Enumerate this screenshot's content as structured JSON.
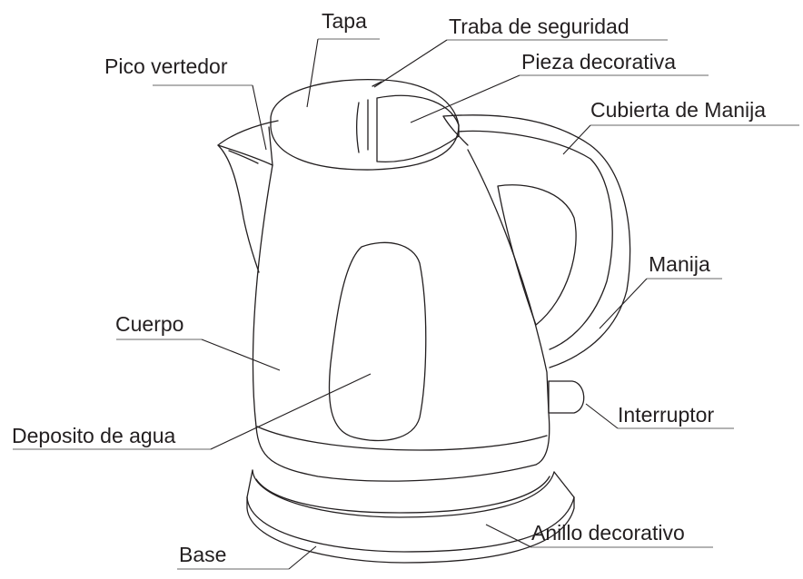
{
  "labels": {
    "tapa": "Tapa",
    "traba": "Traba de seguridad",
    "pico": "Pico vertedor",
    "pieza": "Pieza decorativa",
    "cubierta": "Cubierta de Manija",
    "manija": "Manija",
    "cuerpo": "Cuerpo",
    "deposito": "Deposito de agua",
    "interruptor": "Interruptor",
    "anillo": "Anillo decorativo",
    "base": "Base"
  },
  "colors": {
    "line": "#231f20",
    "underline": "#9a9a9a",
    "background": "#ffffff"
  }
}
